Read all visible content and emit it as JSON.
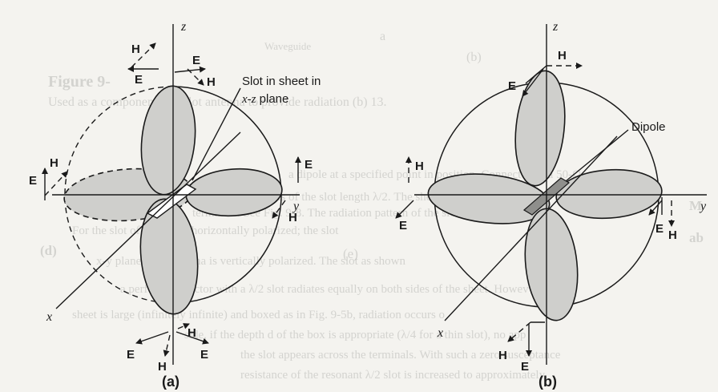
{
  "background_text": {
    "waveguide": "Waveguide",
    "fig_ref_b": "(b)",
    "fig_ref_a": "a",
    "figure_title": "Figure 9-",
    "line1": "Used as a component of a slot antenna to provide radiation (b) 13.",
    "line2": "a dipole at a specified point in position. Connected to a 50-Ω",
    "line3": "The parts of the slot length λ/2. The sheet is excited at the",
    "line4": "terminals. See Fig. 9-8. The radiation pattern of the slot is",
    "line5": "For the slot of the sheet, horizontally polarized; the slot",
    "line6": "x-y plane. The antenna is vertically polarized. The slot as shown",
    "line7": "a perfect conductor with a λ/2 slot radiates equally on both sides of the sheet. Howev",
    "line8": "sheet is large (infinitely infinite) and boxed as in Fig. 9-5b, radiation occurs o",
    "line9": "side, if the depth d of the box is appropriate (λ/4 for a thin slot), no app",
    "line10": "the slot appears across the terminals. With such a zero susceptance",
    "line11": "resistance of the resonant λ/2 slot is increased to approximately",
    "side_d": "(d)",
    "side_e": "(e)",
    "side_ab": "ab",
    "side_M": "M"
  },
  "figure_a": {
    "axis_z": "z",
    "axis_y": "y",
    "axis_x": "x",
    "callout": "Slot in sheet in",
    "callout_plane": "x-z",
    "callout_plane_suffix": " plane",
    "caption": "(a)",
    "fields": [
      "H",
      "E",
      "E",
      "H",
      "E",
      "H",
      "E",
      "H",
      "H",
      "E",
      "E",
      "H"
    ]
  },
  "figure_b": {
    "axis_z": "z",
    "axis_y": "y",
    "axis_x": "x",
    "callout": "Dipole",
    "caption": "(b)",
    "fields": [
      "H",
      "E",
      "H",
      "E",
      "E",
      "H",
      "H",
      "E"
    ]
  }
}
